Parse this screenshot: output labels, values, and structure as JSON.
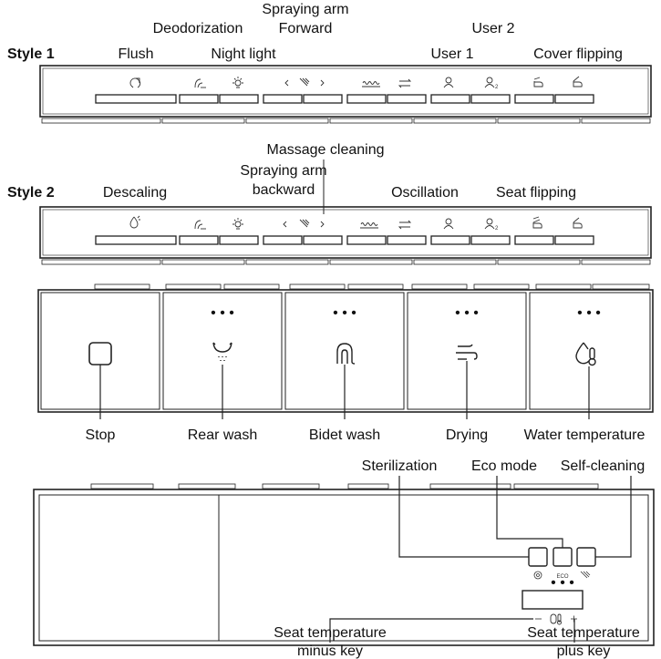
{
  "style1": {
    "title": "Style 1",
    "labels": {
      "flush": "Flush",
      "deodorization": "Deodorization",
      "night_light": "Night light",
      "spraying_arm_forward_1": "Spraying arm",
      "spraying_arm_forward_2": "Forward",
      "user1": "User 1",
      "user2": "User 2",
      "cover_flipping": "Cover flipping"
    }
  },
  "style2": {
    "title": "Style 2",
    "labels": {
      "descaling": "Descaling",
      "spraying_arm_backward_1": "Spraying arm",
      "spraying_arm_backward_2": "backward",
      "massage_cleaning": "Massage cleaning",
      "oscillation": "Oscillation",
      "seat_flipping": "Seat flipping"
    }
  },
  "buttons": {
    "stop": "Stop",
    "rear_wash": "Rear wash",
    "bidet_wash": "Bidet wash",
    "drying": "Drying",
    "water_temperature": "Water temperature",
    "dots": "• • •"
  },
  "side_panel": {
    "sterilization": "Sterilization",
    "eco_mode": "Eco mode",
    "self_cleaning": "Self-cleaning",
    "eco_icon_text": "ECO",
    "seat_temp_minus_1": "Seat temperature",
    "seat_temp_minus_2": "minus key",
    "seat_temp_plus_1": "Seat temperature",
    "seat_temp_plus_2": "plus key"
  },
  "icons": [
    "flush-icon",
    "deodorization-icon",
    "night-light-icon",
    "chevron-left-icon",
    "spray-arm-icon",
    "chevron-right-icon",
    "massage-icon",
    "oscillation-icon",
    "user1-icon",
    "user2-icon",
    "seat-flip-icon",
    "cover-flip-icon",
    "descaling-icon",
    "stop-icon",
    "rear-wash-icon",
    "bidet-wash-icon",
    "drying-icon",
    "water-temperature-icon",
    "sterilization-icon",
    "self-cleaning-icon",
    "seat-temperature-icon"
  ]
}
